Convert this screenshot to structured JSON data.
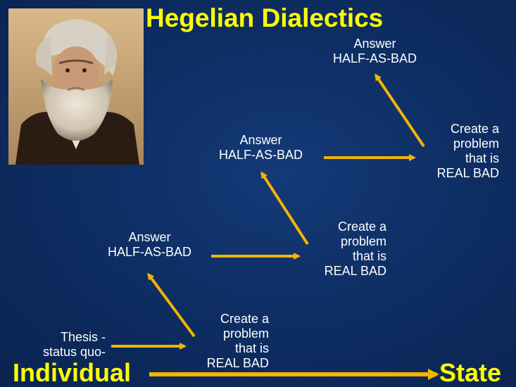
{
  "slide": {
    "title": "Hegelian Dialectics",
    "portrait_icon": "bearded-man-portrait",
    "accent_color": "#ffff00",
    "arrow_color": "#f4b400",
    "background_color": "#0e2d62",
    "thesis": {
      "line1": "Thesis -",
      "line2": "status quo-"
    },
    "problems": [
      {
        "line1": "Create a",
        "line2": "problem",
        "line3": "that is",
        "line4": "REAL BAD"
      },
      {
        "line1": "Create a",
        "line2": "problem",
        "line3": "that is",
        "line4": "REAL BAD"
      },
      {
        "line1": "Create a",
        "line2": "problem",
        "line3": "that is",
        "line4": "REAL BAD"
      }
    ],
    "answers": [
      {
        "line1": "Answer",
        "line2": "HALF-AS-BAD"
      },
      {
        "line1": "Answer",
        "line2": "HALF-AS-BAD"
      },
      {
        "line1": "Answer",
        "line2": "HALF-AS-BAD"
      }
    ],
    "start_label": "Individual",
    "end_label": "State"
  }
}
